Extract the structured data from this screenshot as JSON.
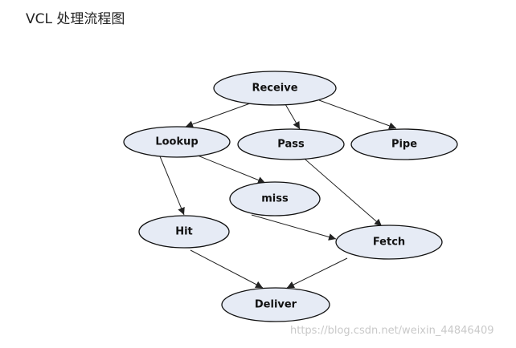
{
  "title": "VCL 处理流程图",
  "colors": {
    "node_fill": "#e6ebf5",
    "node_stroke": "#111111",
    "edge": "#222222",
    "watermark": "#c9c9c9"
  },
  "nodes": [
    {
      "id": "receive",
      "label": "Receive"
    },
    {
      "id": "lookup",
      "label": "Lookup"
    },
    {
      "id": "pass",
      "label": "Pass"
    },
    {
      "id": "pipe",
      "label": "Pipe"
    },
    {
      "id": "miss",
      "label": "miss"
    },
    {
      "id": "hit",
      "label": "Hit"
    },
    {
      "id": "fetch",
      "label": "Fetch"
    },
    {
      "id": "deliver",
      "label": "Deliver"
    }
  ],
  "edges": [
    {
      "from": "receive",
      "to": "lookup"
    },
    {
      "from": "receive",
      "to": "pass"
    },
    {
      "from": "receive",
      "to": "pipe"
    },
    {
      "from": "lookup",
      "to": "hit"
    },
    {
      "from": "lookup",
      "to": "miss"
    },
    {
      "from": "pass",
      "to": "fetch"
    },
    {
      "from": "miss",
      "to": "fetch"
    },
    {
      "from": "hit",
      "to": "deliver"
    },
    {
      "from": "fetch",
      "to": "deliver"
    }
  ],
  "watermark": "https://blog.csdn.net/weixin_44846409"
}
